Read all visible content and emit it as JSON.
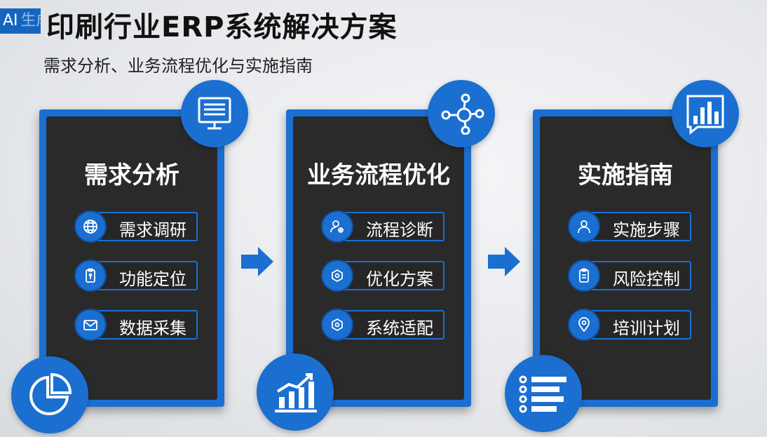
{
  "logo": {
    "text": "AI",
    "faded": "生成"
  },
  "title": "印刷行业ERP系统解决方案",
  "subtitle": "需求分析、业务流程优化与实施指南",
  "colors": {
    "accent": "#1a6fd1",
    "card_bg": "#2a2a2a",
    "text_dark": "#111111"
  },
  "cards": [
    {
      "title": "需求分析",
      "top_icon": "monitor-icon",
      "bottom_icon": "pie-chart-icon",
      "items": [
        {
          "label": "需求调研",
          "icon": "globe-icon"
        },
        {
          "label": "功能定位",
          "icon": "clipboard-icon"
        },
        {
          "label": "数据采集",
          "icon": "mail-icon"
        }
      ]
    },
    {
      "title": "业务流程优化",
      "top_icon": "network-icon",
      "bottom_icon": "growth-chart-icon",
      "items": [
        {
          "label": "流程诊断",
          "icon": "user-gear-icon"
        },
        {
          "label": "优化方案",
          "icon": "hexagon-icon"
        },
        {
          "label": "系统适配",
          "icon": "hexagon-icon"
        }
      ]
    },
    {
      "title": "实施指南",
      "top_icon": "bar-chart-icon",
      "bottom_icon": "list-icon",
      "items": [
        {
          "label": "实施步骤",
          "icon": "person-icon"
        },
        {
          "label": "风险控制",
          "icon": "checklist-icon"
        },
        {
          "label": "培训计划",
          "icon": "location-pin-icon"
        }
      ]
    }
  ]
}
